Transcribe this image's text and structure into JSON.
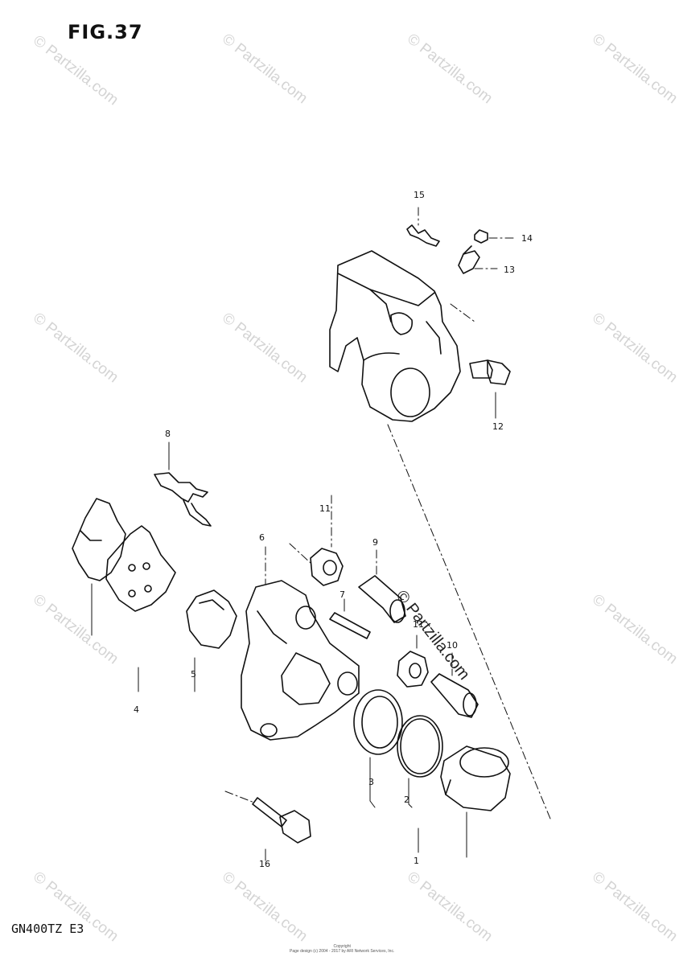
{
  "figure": {
    "title": "FIG.37",
    "model": "GN400TZ  E3",
    "watermark": "© Partzilla.com",
    "copyright_lines": [
      "Copyright",
      "Page design (c) 2004 - 2017 by ARI Network Services, Inc."
    ]
  },
  "callouts": [
    {
      "id": "c15",
      "text": "15"
    },
    {
      "id": "c14",
      "text": "14"
    },
    {
      "id": "c13",
      "text": "13"
    },
    {
      "id": "c12",
      "text": "12"
    },
    {
      "id": "c8",
      "text": "8"
    },
    {
      "id": "c11a",
      "text": "11"
    },
    {
      "id": "c6",
      "text": "6"
    },
    {
      "id": "c9",
      "text": "9"
    },
    {
      "id": "c7",
      "text": "7"
    },
    {
      "id": "c11b",
      "text": "11"
    },
    {
      "id": "c10",
      "text": "10"
    },
    {
      "id": "c4",
      "text": "4"
    },
    {
      "id": "c5",
      "text": "5"
    },
    {
      "id": "c3",
      "text": "3"
    },
    {
      "id": "c2",
      "text": "2"
    },
    {
      "id": "c16",
      "text": "16"
    },
    {
      "id": "c1",
      "text": "1"
    }
  ]
}
